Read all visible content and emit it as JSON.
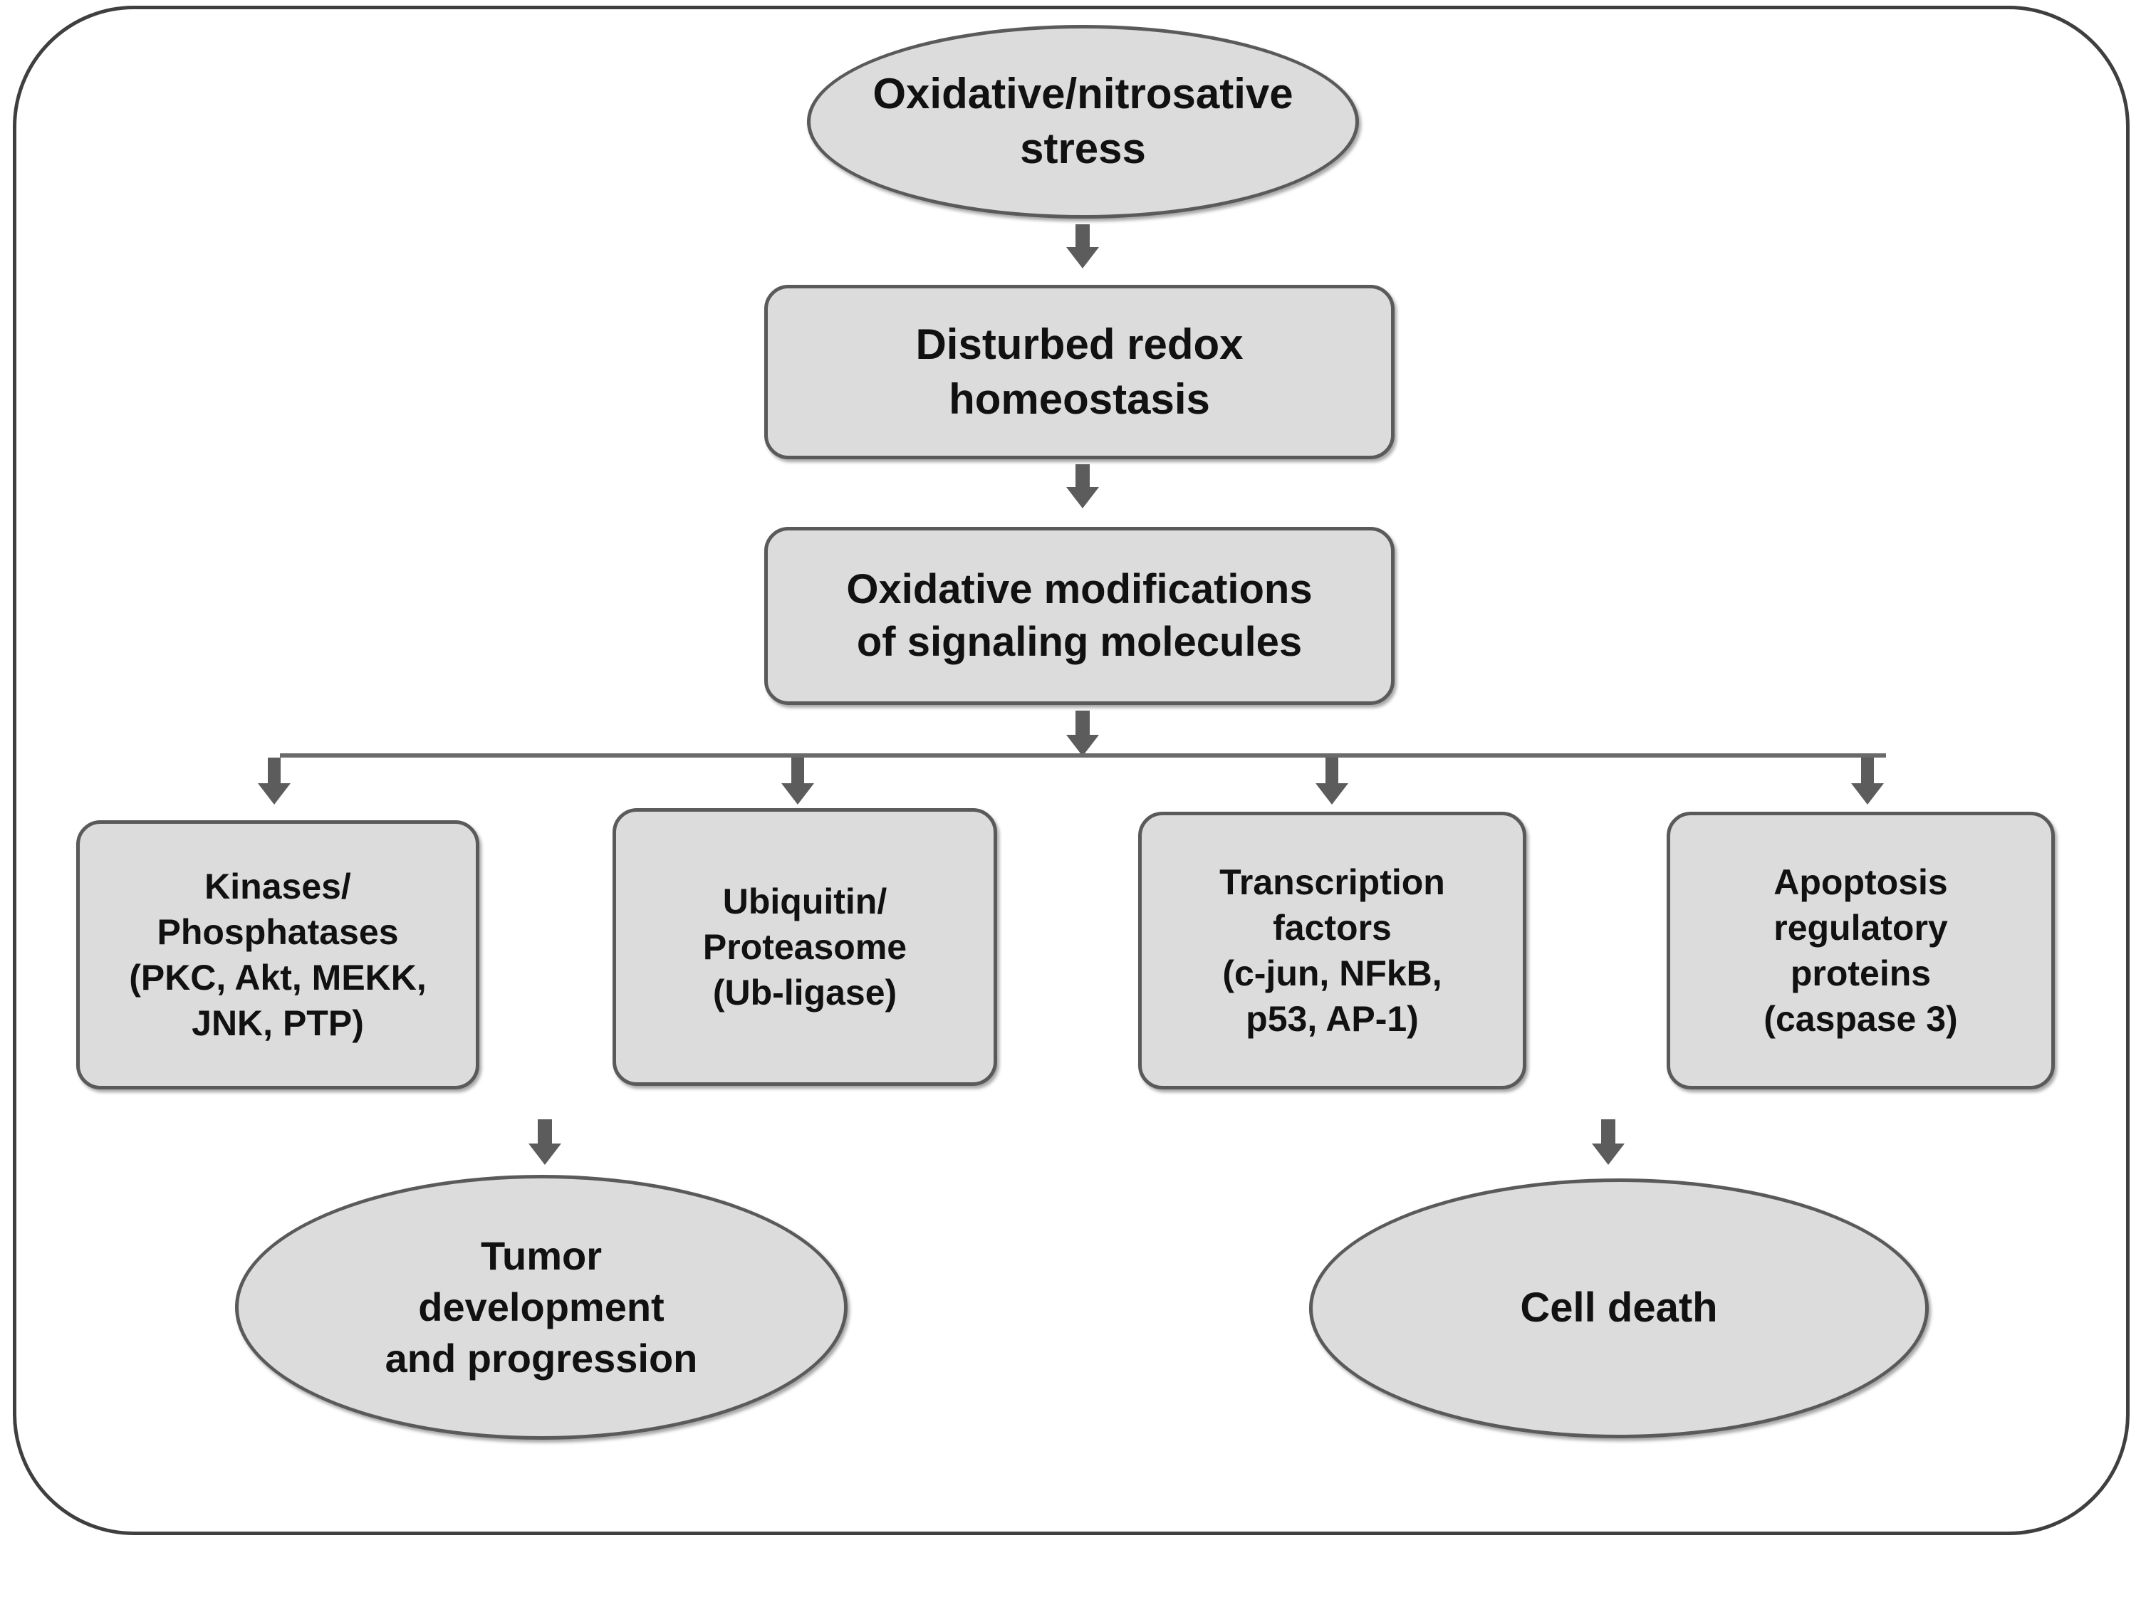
{
  "diagram": {
    "title_present": false,
    "colors": {
      "node_fill": "#dcdcdc",
      "node_border": "#5a5a5a",
      "frame_border": "#3f3f3f",
      "arrow": "#5c5c5c",
      "connector_line": "#6a6a6a",
      "text": "#111111",
      "background": "#ffffff"
    },
    "nodes": [
      {
        "id": "oxidative-nitrosative-stress",
        "shape": "ellipse",
        "label": "Oxidative/nitrosative\nstress"
      },
      {
        "id": "disturbed-redox-homeostasis",
        "shape": "rounded-rect",
        "label": "Disturbed redox\nhomeostasis"
      },
      {
        "id": "oxidative-modifications",
        "shape": "rounded-rect",
        "label": "Oxidative modifications\nof signaling  molecules"
      },
      {
        "id": "kinases-phosphatases",
        "shape": "rounded-rect",
        "label": "Kinases/\nPhosphatases\n(PKC, Akt, MEKK,\nJNK, PTP)"
      },
      {
        "id": "ubiquitin-proteasome",
        "shape": "rounded-rect",
        "label": "Ubiquitin/\nProteasome\n(Ub-ligase)"
      },
      {
        "id": "transcription-factors",
        "shape": "rounded-rect",
        "label": "Transcription\nfactors\n(c-jun, NFkB,\np53, AP-1)"
      },
      {
        "id": "apoptosis-regulatory-proteins",
        "shape": "rounded-rect",
        "label": "Apoptosis\nregulatory\nproteins\n(caspase 3)"
      },
      {
        "id": "tumor-development",
        "shape": "ellipse",
        "label": "Tumor\ndevelopment\nand progression"
      },
      {
        "id": "cell-death",
        "shape": "ellipse",
        "label": "Cell death"
      }
    ],
    "edges": [
      {
        "from": "oxidative-nitrosative-stress",
        "to": "disturbed-redox-homeostasis",
        "kind": "arrow-down"
      },
      {
        "from": "disturbed-redox-homeostasis",
        "to": "oxidative-modifications",
        "kind": "arrow-down"
      },
      {
        "from": "oxidative-modifications",
        "to": "branch-bar",
        "kind": "arrow-down"
      },
      {
        "from": "branch-bar",
        "to": "kinases-phosphatases",
        "kind": "arrow-down"
      },
      {
        "from": "branch-bar",
        "to": "ubiquitin-proteasome",
        "kind": "arrow-down"
      },
      {
        "from": "branch-bar",
        "to": "transcription-factors",
        "kind": "arrow-down"
      },
      {
        "from": "branch-bar",
        "to": "apoptosis-regulatory-proteins",
        "kind": "arrow-down"
      },
      {
        "from": "kinases-phosphatases",
        "to": "tumor-development",
        "kind": "arrow-down"
      },
      {
        "from": "apoptosis-regulatory-proteins",
        "to": "cell-death",
        "kind": "arrow-down"
      }
    ]
  }
}
